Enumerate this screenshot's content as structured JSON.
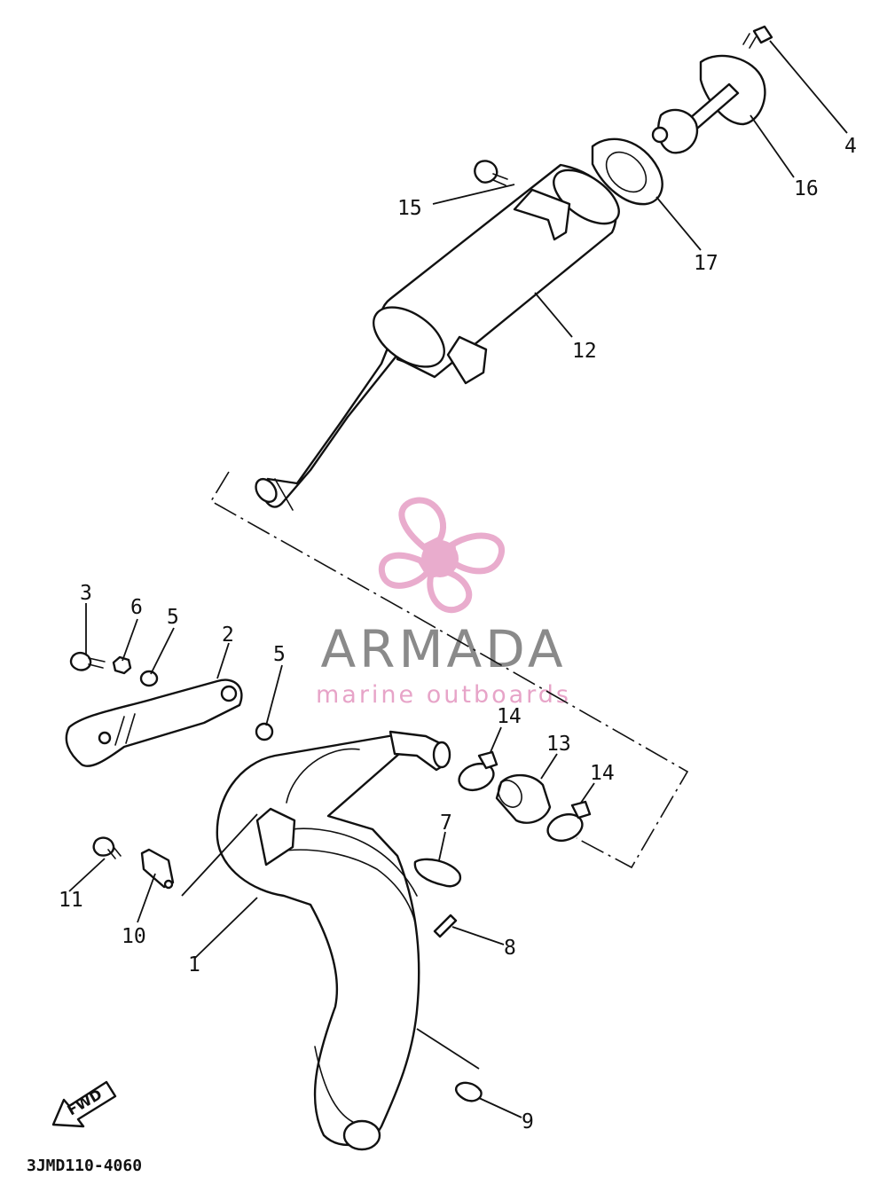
{
  "diagram": {
    "part_numbers": [
      "1",
      "2",
      "3",
      "4",
      "5",
      "5",
      "6",
      "7",
      "8",
      "9",
      "10",
      "11",
      "12",
      "13",
      "14",
      "14",
      "15",
      "16",
      "17"
    ],
    "diagram_code": "3JMD110-4060",
    "direction_label": "FWD"
  },
  "watermark": {
    "brand": "ARMADA",
    "tagline": "marine outboards",
    "brand_color": "#8a8a8a",
    "accent_color": "#e7a4c8",
    "icon": "propeller-icon"
  }
}
